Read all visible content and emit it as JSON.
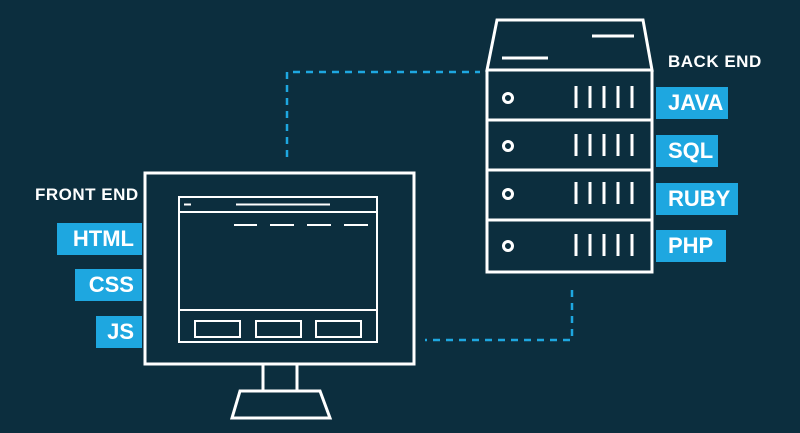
{
  "front_end": {
    "heading": "FRONT END",
    "technologies": [
      "HTML",
      "CSS",
      "JS"
    ]
  },
  "back_end": {
    "heading": "BACK END",
    "technologies": [
      "JAVA",
      "SQL",
      "RUBY",
      "PHP"
    ]
  },
  "colors": {
    "background": "#0c2e3e",
    "accent": "#1ea7e0",
    "line": "#ffffff",
    "connector": "#1ea7e0"
  },
  "icons": [
    "server-icon",
    "monitor-icon"
  ]
}
